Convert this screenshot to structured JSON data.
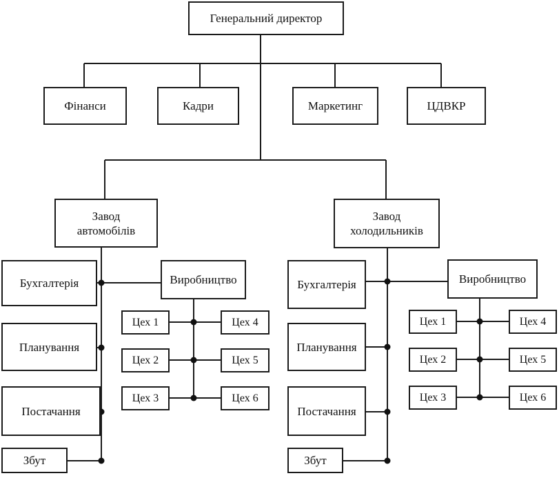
{
  "org_chart": {
    "ceo": "Генеральний директор",
    "departments": [
      "Фінанси",
      "Кадри",
      "Маркетинг",
      "ЦДВКР"
    ],
    "plants": [
      {
        "name": "Завод\nавтомобілів",
        "units": [
          "Бухгалтерія",
          "Планування",
          "Постачання",
          "Збут"
        ],
        "production": "Виробництво",
        "workshops": [
          "Цех 1",
          "Цех 2",
          "Цех 3",
          "Цех 4",
          "Цех 5",
          "Цех 6"
        ]
      },
      {
        "name": "Завод\nхолодильників",
        "units": [
          "Бухгалтерія",
          "Планування",
          "Постачання",
          "Збут"
        ],
        "production": "Виробництво",
        "workshops": [
          "Цех 1",
          "Цех 2",
          "Цех 3",
          "Цех 4",
          "Цех 5",
          "Цех 6"
        ]
      }
    ]
  }
}
